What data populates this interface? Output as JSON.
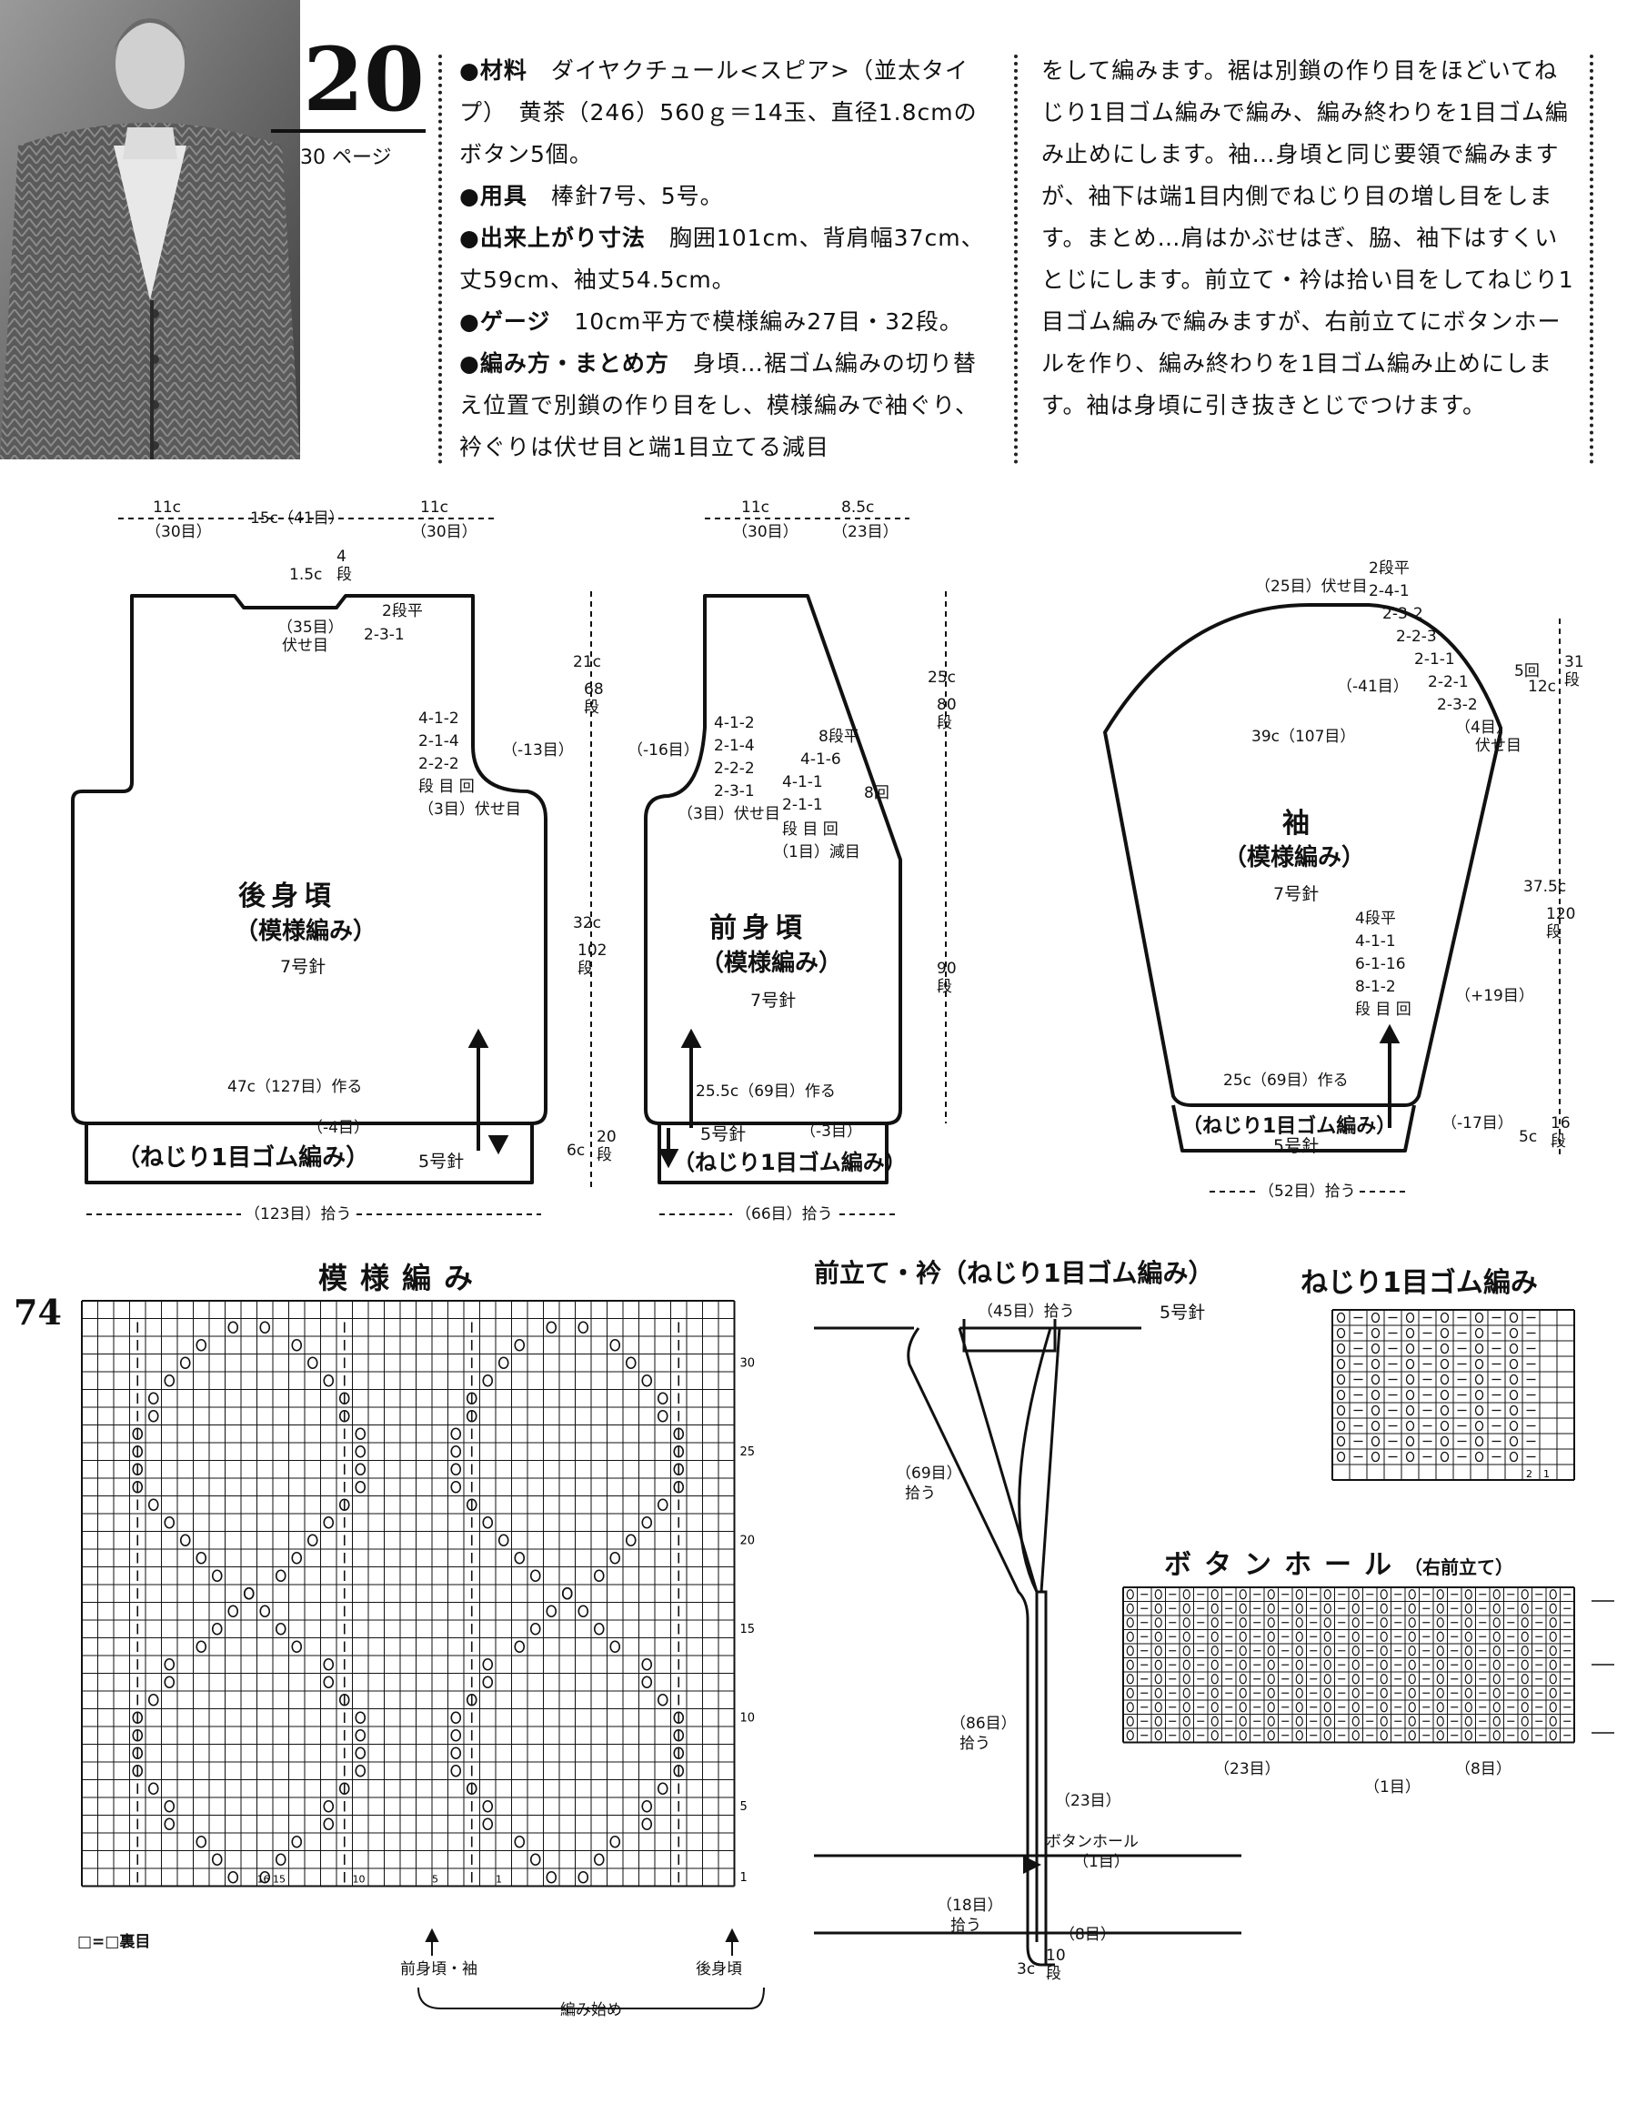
{
  "header": {
    "pattern_number": "20",
    "page_ref": "30 ページ"
  },
  "instructions": {
    "col1": [
      {
        "head": "●材料",
        "text": "ダイヤクチュール<スピア>（並太タイプ）　黄茶（246）560ｇ＝14玉、直径1.8cmのボタン5個。"
      },
      {
        "head": "●用具",
        "text": "棒針7号、5号。"
      },
      {
        "head": "●出来上がり寸法",
        "text": "胸囲101cm、背肩幅37cm、丈59cm、袖丈54.5cm。"
      },
      {
        "head": "●ゲージ",
        "text": "10cm平方で模様編み27目・32段。"
      },
      {
        "head": "●編み方・まとめ方",
        "text": "身頃…裾ゴム編みの切り替え位置で別鎖の作り目をし、模様編みで袖ぐり、衿ぐりは伏せ目と端1目立てる減目"
      }
    ],
    "col2": "をして編みます。裾は別鎖の作り目をほどいてねじり1目ゴム編みで編み、編み終わりを1目ゴム編み止めにします。袖…身頃と同じ要領で編みますが、袖下は端1目内側でねじり目の増し目をします。まとめ…肩はかぶせはぎ、脇、袖下はすくいとじにします。前立て・衿は拾い目をしてねじり1目ゴム編みで編みますが、右前立てにボタンホールを作り、編み終わりを1目ゴム編み止めにします。袖は身頃に引き抜きとじでつけます。"
  },
  "back": {
    "title": "後身頃",
    "sub": "（模様編み）",
    "needle": "7号針",
    "top_left": "11c",
    "top_left_st": "（30目）",
    "top_mid": "15c（41目）",
    "top_right": "11c",
    "top_right_st": "（30目）",
    "neck_depth": "1.5c",
    "neck_rows": "4段",
    "neck_bind": "（35目）",
    "neck_bind2": "伏せ目",
    "shoulder": [
      "2段平",
      "2-3-1"
    ],
    "arm_dec": [
      "4-1-2",
      "2-1-4",
      "2-2-2",
      "段 目 回"
    ],
    "arm_bind": "（3目）伏せ目",
    "arm_total": "（-13目）",
    "h1": "21c",
    "h1r": "68段",
    "h2": "32c",
    "h2r": "102段",
    "h3": "6c",
    "h3r": "20段",
    "cast": "47c（127目）作る",
    "dec4": "（-4目）",
    "rib": "（ねじり1目ゴム編み）",
    "rib_needle": "5号針",
    "pick": "（123目）拾う"
  },
  "front": {
    "title": "前身頃",
    "sub": "（模様編み）",
    "needle": "7号針",
    "top_left": "11c",
    "top_left_st": "（30目）",
    "top_right": "8.5c",
    "top_right_st": "（23目）",
    "arm_total": "（-16目）",
    "arm_dec": [
      "4-1-2",
      "2-1-4",
      "2-2-2",
      "2-3-1"
    ],
    "arm_bind": "（3目）伏せ目",
    "neck": [
      "8段平",
      "4-1-6",
      "4-1-1",
      "2-1-1"
    ],
    "neck_st": "8回",
    "neck_foot": [
      "段 目 回",
      "（1目）減目"
    ],
    "h1": "25c",
    "h1r": "80段",
    "h2r": "90段",
    "cast": "25.5c（69目）作る",
    "rib_needle": "5号針",
    "dec3": "（-3目）",
    "rib": "（ねじり1目ゴム編み）",
    "pick": "（66目）拾う"
  },
  "sleeve": {
    "title": "袖",
    "sub": "（模様編み）",
    "needle": "7号針",
    "bind_top": "（25目）伏せ目",
    "cap": [
      "2段平",
      "2-4-1",
      "2-3-2",
      "2-2-3",
      "2-1-1",
      "2-2-1",
      "2-3-2",
      "（4目）"
    ],
    "cap_st": "5回",
    "cap_total": "（-41目）",
    "cap_bind": "伏せ目",
    "cap_h": "12c",
    "cap_hr": "31段",
    "width": "39c（107目）",
    "inc": [
      "4段平",
      "4-1-1",
      "6-1-16",
      "8-1-2",
      "段 目 回"
    ],
    "inc_total": "（+19目）",
    "h": "37.5c",
    "hr": "120段",
    "cast": "25c（69目）作る",
    "rib": "（ねじり1目ゴム編み）",
    "rib_needle": "5号針",
    "dec": "（-17目）",
    "rib_h": "5c",
    "rib_hr": "16段",
    "pick": "（52目）拾う"
  },
  "pattern_chart": {
    "title": "模様編み",
    "legend": "□=□裏目",
    "row_numbers": [
      "1",
      "5",
      "10",
      "15",
      "20",
      "25",
      "30"
    ],
    "col_numbers": [
      "16",
      "15",
      "10",
      "5",
      "1"
    ],
    "start_front": "前身頃・袖",
    "start_back": "後身頃",
    "start": "編み始め"
  },
  "band": {
    "title": "前立て・衿（ねじり1目ゴム編み）",
    "needle": "5号針",
    "top": "（45目）拾う",
    "neck": "（69目）",
    "neck2": "拾う",
    "front": "（86目）",
    "front2": "拾う",
    "bh_gap": "（23目）",
    "bh": "ボタンホール",
    "bh_st": "（1目）",
    "rib_bottom": "（18目）",
    "rib_bottom2": "拾う",
    "end": "（8目）",
    "w": "3c",
    "wr": "10段"
  },
  "rib_chart": {
    "title": "ねじり1目ゴム編み",
    "nums": [
      "2",
      "1"
    ]
  },
  "bh_chart": {
    "title": "ボタンホール",
    "title_sub": "（右前立て）",
    "a": "（23目）",
    "b": "（1目）",
    "c": "（8目）"
  },
  "footer": {
    "page_number": "74"
  }
}
